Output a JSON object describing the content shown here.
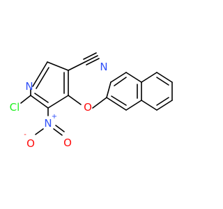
{
  "molecule": {
    "atoms": {
      "N_ring": {
        "text": "N",
        "color": "#3050F8"
      },
      "N_nitrile": {
        "text": "N",
        "color": "#3050F8"
      },
      "Cl": {
        "text": "Cl",
        "color": "#1FF01F"
      },
      "O_ether": {
        "text": "O",
        "color": "#FF0D0D"
      },
      "N_nitro": {
        "text": "N",
        "charge": "+",
        "color": "#3050F8"
      },
      "O_nitro_minus": {
        "text": "O",
        "charge": "-",
        "color": "#FF0D0D"
      },
      "O_nitro_double": {
        "text": "O",
        "color": "#FF0D0D"
      }
    }
  }
}
